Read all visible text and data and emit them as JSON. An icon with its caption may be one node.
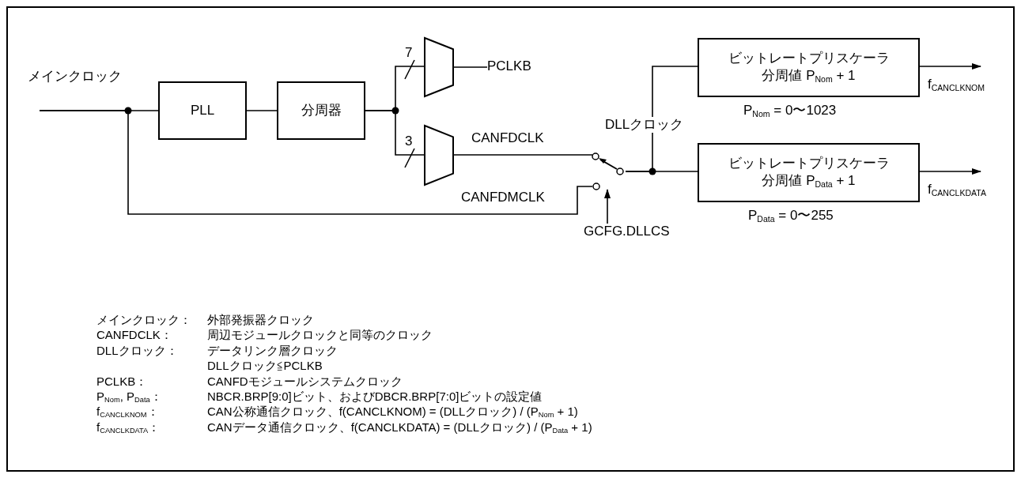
{
  "diagram": {
    "nodes": [
      {
        "text": [
          "PLL"
        ]
      },
      {
        "text": [
          "分周器"
        ]
      },
      {
        "text": [],
        "shape": "trapezoid"
      },
      {
        "text": [],
        "shape": "trapezoid"
      },
      {
        "text": [
          "PCLKB"
        ]
      },
      {
        "text": [],
        "shape": "switch"
      },
      {
        "text": [
          "GCFG.DLLCS"
        ]
      },
      {
        "text": [
          "ビットレートプリスケーラ分周値 P$_{Nom}$ + 1"
        ],
        "beside": [
          "P$_{Nom}$ = 0〜1023"
        ]
      },
      {
        "text": [
          "ビットレートプリスケーラ分周値 P$_{Data}$ + 1"
        ],
        "beside": [
          "P$_{Data}$ = 0〜255"
        ]
      }
    ],
    "edges": [
      {
        "from": null,
        "to": 0,
        "arrow": "none",
        "label": "メインクロック"
      },
      {
        "from": null,
        "to": 5,
        "arrow": "none",
        "label": "CANFDMCLK"
      },
      {
        "from": 0,
        "to": 1,
        "arrow": "none"
      },
      {
        "from": 1,
        "to": 2,
        "arrow": "none",
        "label": "7"
      },
      {
        "from": 1,
        "to": 3,
        "arrow": "none",
        "label": "3"
      },
      {
        "from": 2,
        "to": 4,
        "arrow": "none"
      },
      {
        "from": 3,
        "to": 5,
        "arrow": "none",
        "label": "CANFDCLK"
      },
      {
        "from": 5,
        "to": 7,
        "arrow": "none",
        "label": "DLLクロック"
      },
      {
        "from": 5,
        "to": 8,
        "arrow": "none"
      },
      {
        "from": 6,
        "to": 5,
        "arrow": "to"
      },
      {
        "from": 7,
        "to": null,
        "arrow": "to",
        "label": "f$_{CANCLKNOM}$"
      },
      {
        "from": 8,
        "to": null,
        "arrow": "to",
        "label": "f$_{CANCLKDATA}$"
      }
    ],
    "labels": [
      "メインクロック：",
      "外部発振器クロック",
      "CANFDCLK：",
      "周辺モジュールクロックと同等のクロック",
      "DLLクロック：",
      "データリンク層クロック",
      "DLLクロック≦PCLKB",
      "PCLKB：",
      "CANFDモジュールシステムクロック",
      "P$_{Nom}$, P$_{Data}$：",
      "NBCR.BRP[9:0]ビット、およびDBCR.BRP[7:0]ビットの設定値",
      "f$_{CANCLKNOM}$：",
      "CAN公称通信クロック、f(CANCLKNOM) = (DLLクロック) / (P$_{Nom}$ + 1)",
      "f$_{CANCLKDATA}$：",
      "CANデータ通信クロック、f(CANCLKDATA) = (DLLクロック) / (P$_{Data}$ + 1)"
    ]
  }
}
